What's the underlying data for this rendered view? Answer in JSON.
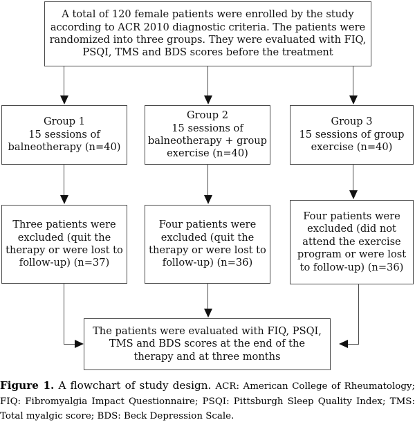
{
  "figure": {
    "label": "Figure 1.",
    "title": " A flowchart of study design. ",
    "abbreviations": "ACR: American College of Rheumatology; FIQ: Fibromyalgia Impact Questionnaire; PSQI: Pittsburgh Sleep Quality Index; TMS: Total myalgic score; BDS: Beck Depression Scale."
  },
  "flowchart": {
    "enrollment": "A total of 120 female patients were enrolled by the study according to ACR 2010 diagnostic criteria. The patients were randomized into three groups. They were evaluated with FIQ, PSQI, TMS and BDS scores before the treatment",
    "groups": [
      {
        "name": "Group 1",
        "text": "Group 1\n15 sessions of\nbalneotherapy (n=40)",
        "sessions": 15,
        "intervention": "balneotherapy",
        "n": 40
      },
      {
        "name": "Group 2",
        "text": "Group 2\n15 sessions of\nbalneotherapy + group\nexercise (n=40)",
        "sessions": 15,
        "intervention": "balneotherapy + group exercise",
        "n": 40
      },
      {
        "name": "Group 3",
        "text": "Group 3\n15 sessions of group\nexercise (n=40)",
        "sessions": 15,
        "intervention": "group exercise",
        "n": 40
      }
    ],
    "exclusions": [
      {
        "text": "Three patients were\nexcluded (quit the\ntherapy or were lost to\nfollow-up) (n=37)",
        "excluded": 3,
        "reason": "quit the therapy or were lost to follow-up",
        "n": 37
      },
      {
        "text": "Four patients were\nexcluded (quit the\ntherapy or were lost to\nfollow-up) (n=36)",
        "excluded": 4,
        "reason": "quit the therapy or were lost to follow-up",
        "n": 36
      },
      {
        "text": "Four patients were\nexcluded (did not\nattend the exercise\nprogram or were lost\nto follow-up) (n=36)",
        "excluded": 4,
        "reason": "did not attend the exercise program or were lost to follow-up",
        "n": 36
      }
    ],
    "outcome": "The patients were evaluated with FIQ, PSQI,\nTMS and BDS scores at the end of the\ntherapy and at three months"
  },
  "colors": {
    "box_border": "#4a4a4a",
    "connector": "#4a4a4a",
    "arrow": "#111111",
    "text": "#111111",
    "background": "#ffffff"
  }
}
